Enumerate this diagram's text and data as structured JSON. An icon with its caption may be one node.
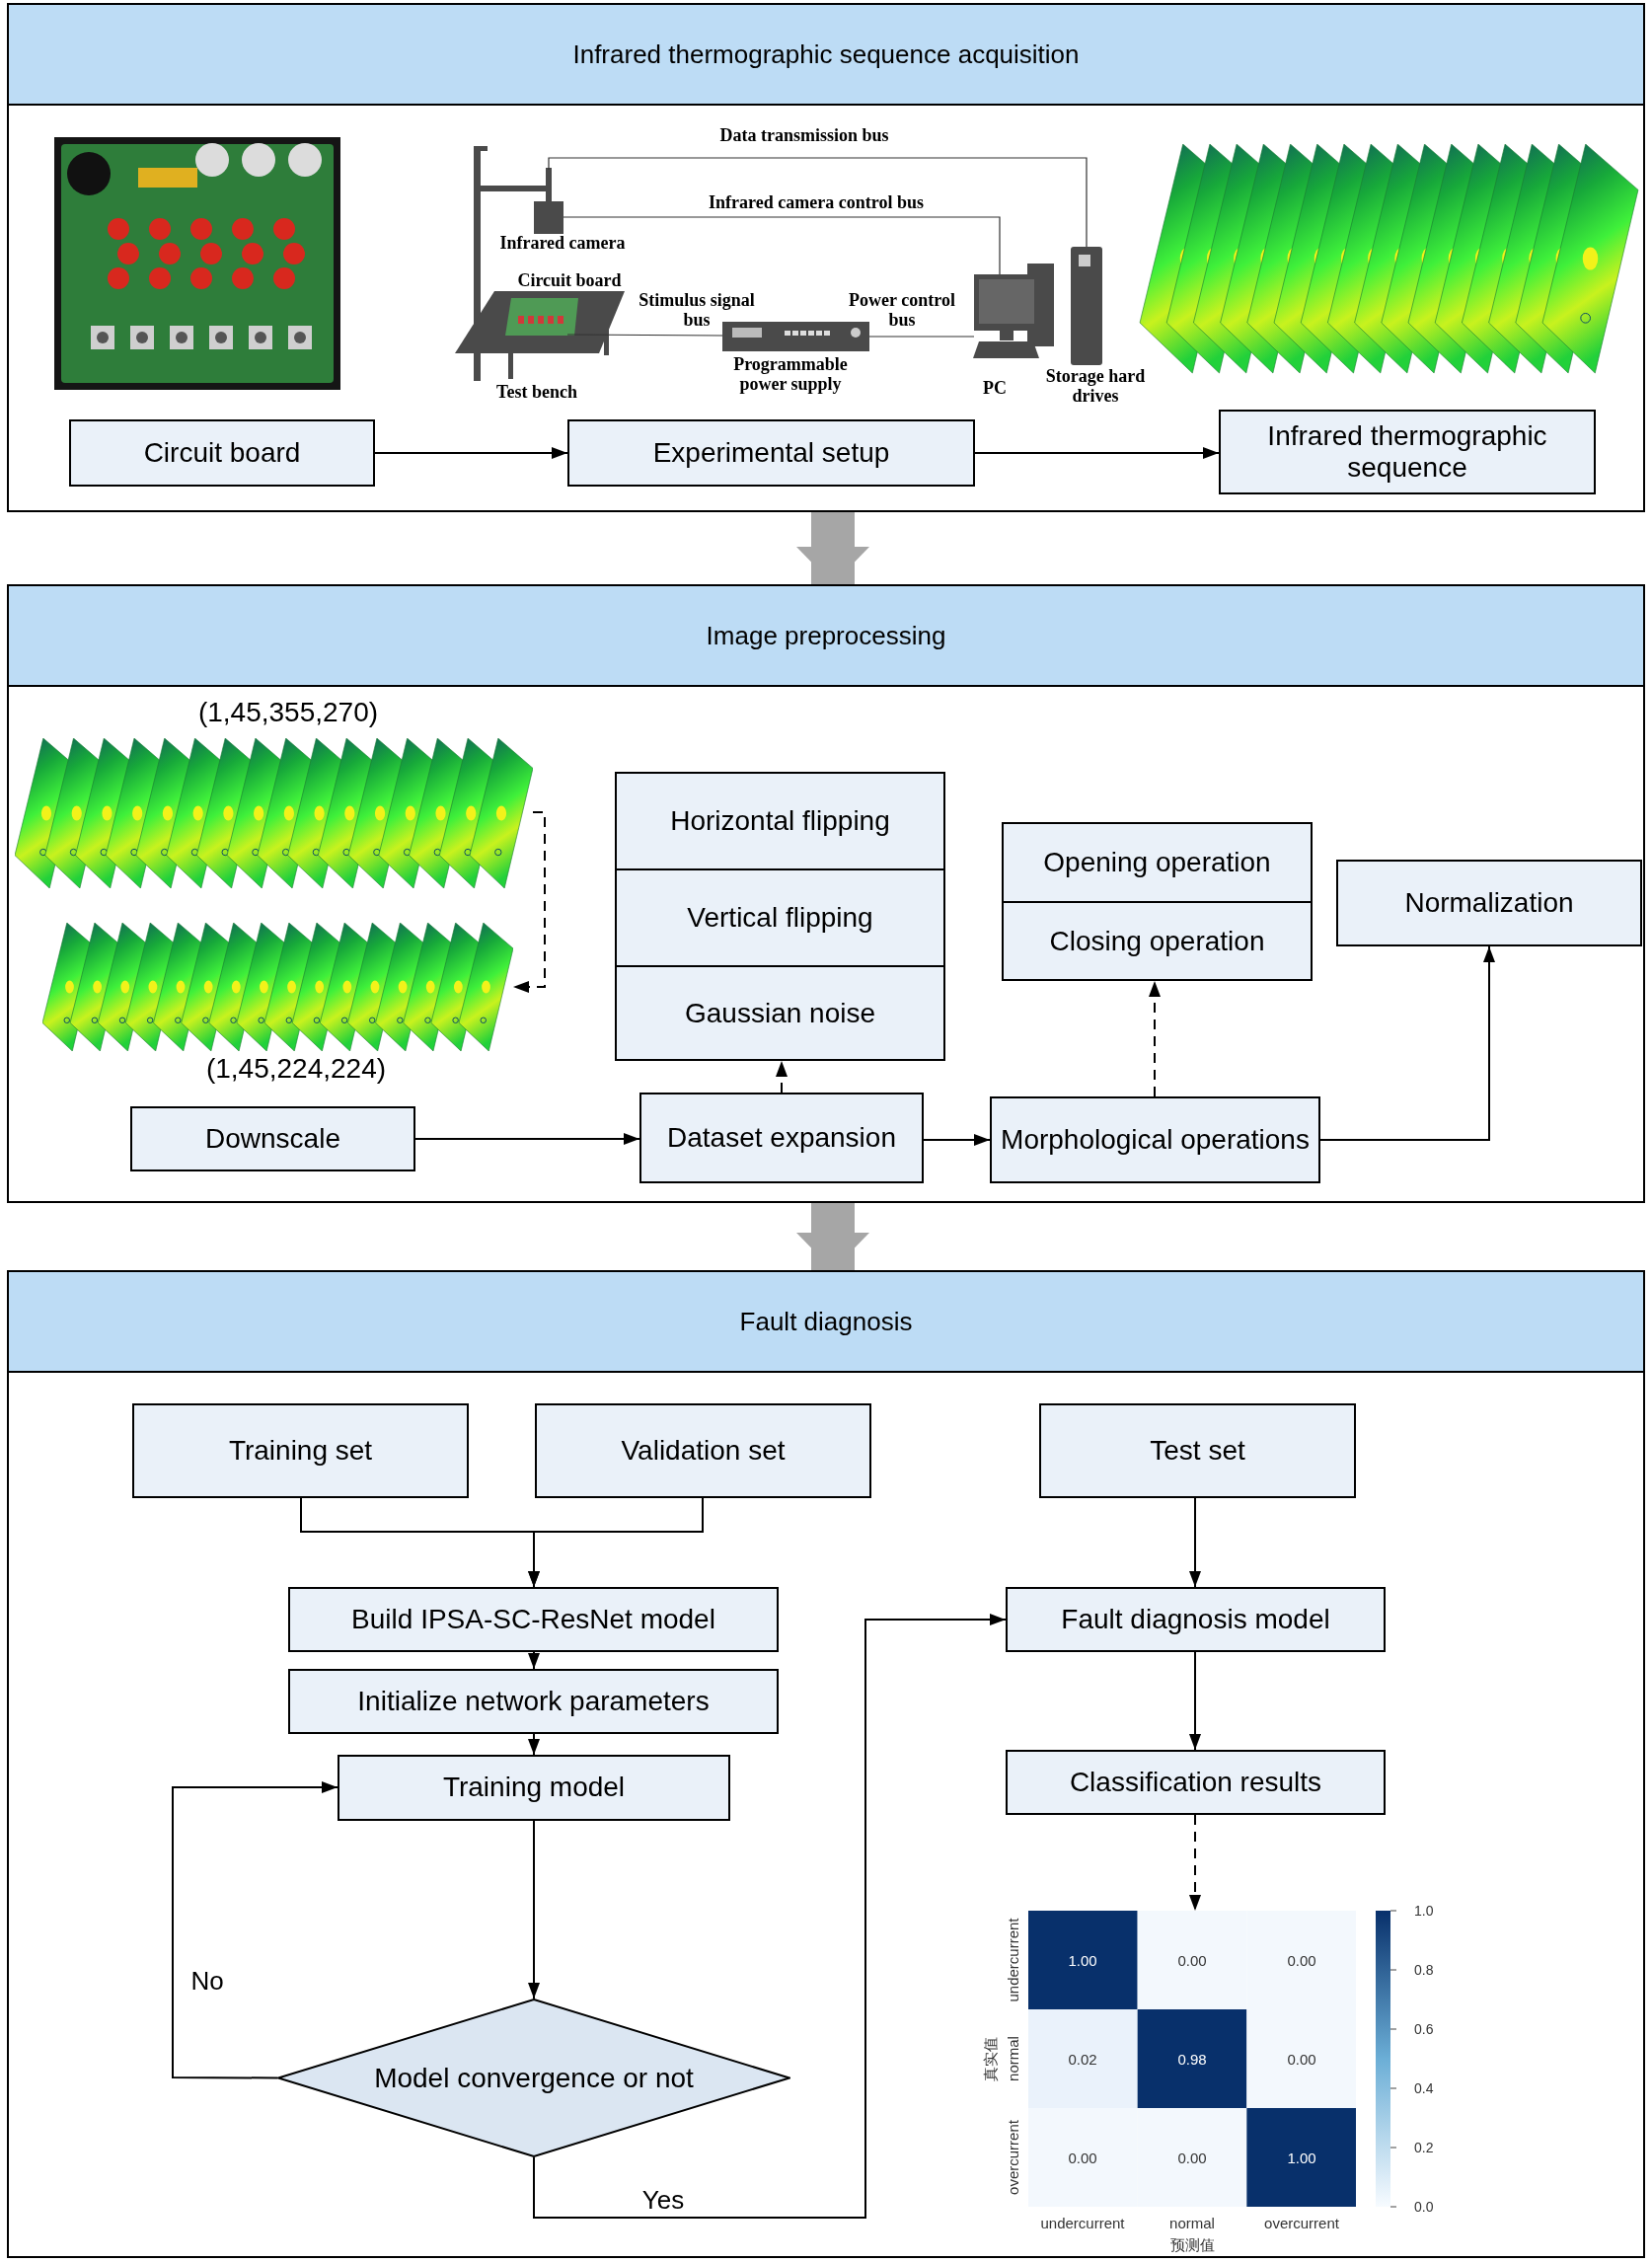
{
  "diagram": {
    "nodes": [
      {
        "text": [
          "Infrared thermographic sequence acquisition"
        ]
      },
      {
        "text": [
          "Circuit board"
        ],
        "in": 0
      },
      {
        "text": [
          "Experimental setup"
        ],
        "in": 0
      },
      {
        "text": [
          "Infrared thermographic sequence"
        ],
        "in": 0
      },
      {
        "text": [
          "Image preprocessing"
        ]
      },
      {
        "text": [],
        "shape": "picture",
        "in": 4,
        "beside": [
          "(1,45,355,270)"
        ]
      },
      {
        "text": [],
        "shape": "picture",
        "in": 4,
        "beside": [
          "(1,45,224,224)"
        ]
      },
      {
        "text": [
          "Downscale"
        ],
        "in": 4
      },
      {
        "text": [
          "Dataset expansion"
        ],
        "in": 4
      },
      {
        "text": [
          "Morphological operations"
        ],
        "in": 4
      },
      {
        "text": [
          "Normalization"
        ],
        "in": 4
      },
      {
        "text": [],
        "shape": "box",
        "in": 4
      },
      {
        "text": [
          "Horizontal flipping"
        ],
        "in": 11
      },
      {
        "text": [
          "Vertical flipping"
        ],
        "in": 11
      },
      {
        "text": [
          "Gaussian noise"
        ],
        "in": 11
      },
      {
        "text": [],
        "shape": "box",
        "in": 4
      },
      {
        "text": [
          "Opening operation"
        ],
        "in": 15
      },
      {
        "text": [
          "Closing operation"
        ],
        "in": 15
      },
      {
        "text": [
          "Fault diagnosis"
        ]
      },
      {
        "text": [
          "Training set"
        ],
        "in": 18
      },
      {
        "text": [
          "Validation set"
        ],
        "in": 18
      },
      {
        "text": [
          "Test set"
        ],
        "in": 18
      },
      {
        "text": [
          "Build IPSA-SC-ResNet model"
        ],
        "in": 18
      },
      {
        "text": [
          "Initialize network parameters"
        ],
        "in": 18
      },
      {
        "text": [
          "Training model"
        ],
        "in": 18
      },
      {
        "text": [
          "Model convergence or not"
        ],
        "in": 18
      },
      {
        "text": [
          "Fault diagnosis model"
        ],
        "in": 18
      },
      {
        "text": [
          "Classification results"
        ],
        "in": 18
      },
      {
        "text": [],
        "shape": "picture",
        "in": 18
      }
    ],
    "edges": [
      {
        "from": 0,
        "to": 4,
        "arrow": "to",
        "style": "thick",
        "color": "#a6a6a6"
      },
      {
        "from": 1,
        "to": 2,
        "arrow": "to"
      },
      {
        "from": 2,
        "to": 3,
        "arrow": "to"
      },
      {
        "from": 5,
        "to": 6,
        "arrow": "to",
        "style": "dashed"
      },
      {
        "from": 7,
        "to": 8,
        "arrow": "to"
      },
      {
        "from": 8,
        "to": 11,
        "arrow": "to",
        "style": "dashed"
      },
      {
        "from": 8,
        "to": 9,
        "arrow": "to"
      },
      {
        "from": 9,
        "to": 15,
        "arrow": "to",
        "style": "dashed"
      },
      {
        "from": 9,
        "to": 10,
        "arrow": "to"
      },
      {
        "from": 4,
        "to": 18,
        "arrow": "to",
        "style": "thick",
        "color": "#a6a6a6"
      },
      {
        "from": 19,
        "to": 22,
        "arrow": "to"
      },
      {
        "from": 20,
        "to": 22,
        "arrow": "to"
      },
      {
        "from": 21,
        "to": 26,
        "arrow": "to"
      },
      {
        "from": 22,
        "to": 23,
        "arrow": "to"
      },
      {
        "from": 23,
        "to": 24,
        "arrow": "to"
      },
      {
        "from": 24,
        "to": 25,
        "arrow": "to"
      },
      {
        "from": 25,
        "to": 24,
        "arrow": "to",
        "label": "No"
      },
      {
        "from": 25,
        "to": 26,
        "arrow": "to",
        "label": "Yes"
      },
      {
        "from": 26,
        "to": 27,
        "arrow": "to"
      },
      {
        "from": 27,
        "to": 28,
        "arrow": "to",
        "style": "dashed"
      }
    ],
    "labels": [
      "Data transmission bus",
      "Infrared camera control bus",
      "Infrared camera",
      "Circuit board",
      "Stimulus signal bus",
      "Power control bus",
      "Programmable power supply",
      "Test bench",
      "PC",
      "Storage hard drives",
      "undercurrent",
      "1.00",
      "0.00",
      "0.00",
      "normal",
      "0.02",
      "0.98",
      "0.00",
      "overcurrent",
      "0.00",
      "0.00",
      "1.00",
      "undercurrent",
      "normal",
      "overcurrent",
      "预测值",
      "真实值",
      "1.0",
      "0.8",
      "0.6",
      "0.4",
      "0.2",
      "0.0"
    ]
  }
}
